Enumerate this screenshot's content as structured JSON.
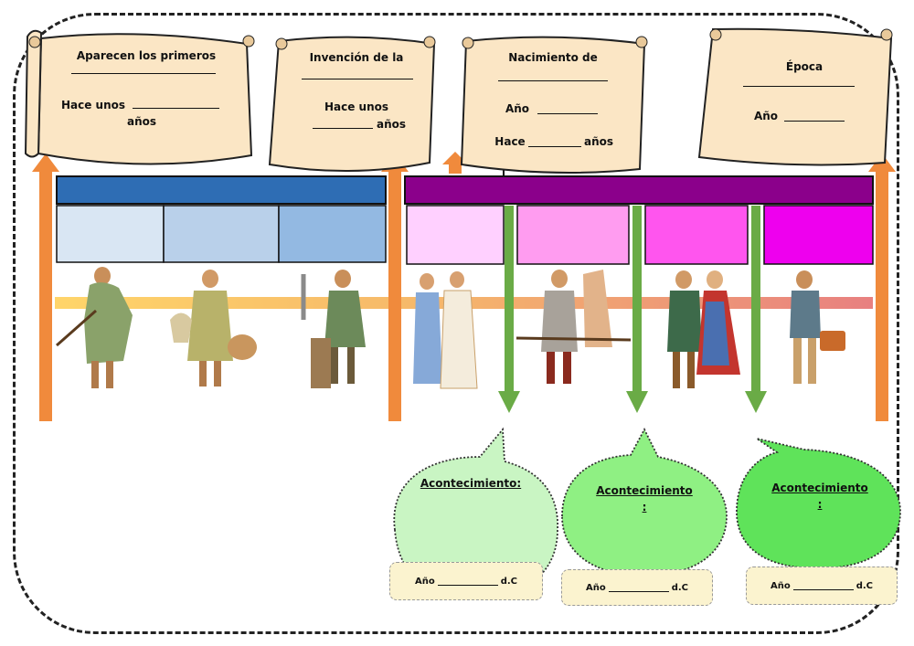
{
  "scrolls": [
    {
      "title": "Aparecen los primeros",
      "line1": "Hace unos",
      "line2": "años"
    },
    {
      "title": "Invención de la",
      "line1": "Hace unos",
      "line2": "años"
    },
    {
      "title": "Nacimiento de",
      "line1": "Año",
      "line2": "Hace",
      "line3": "años"
    },
    {
      "title": "Época",
      "line1": "Año"
    }
  ],
  "bubbles": [
    {
      "label": "Acontecimiento:",
      "year_prefix": "Año",
      "year_suffix": "d.C"
    },
    {
      "label": "Acontecimiento",
      "label2": ":",
      "year_prefix": "Año",
      "year_suffix": "d.C"
    },
    {
      "label": "Acontecimiento",
      "label2": ":",
      "year_prefix": "Año",
      "year_suffix": "d.C"
    }
  ],
  "colors": {
    "prehistory_bar": "#2e6db4",
    "history_bar": "#8b008b",
    "prehistory_cells": [
      "#d9e6f3",
      "#b9d0ea",
      "#93b9e2"
    ],
    "history_cells": [
      "#ffd0ff",
      "#ff9cf0",
      "#ff55ee",
      "#ee00ee"
    ],
    "orange_arrow": "#f08a3c",
    "green_arrow": "#6aab46",
    "bubble_fills": [
      "#c9f5c3",
      "#8ff083",
      "#5fe35a"
    ],
    "scroll_fill": "#fbe6c5"
  },
  "figures": [
    "figure-prehistoric-hunter",
    "figure-neolithic-potter",
    "figure-metal-age-smith",
    "figure-roman-couple",
    "figure-medieval-soldier",
    "figure-modern-couple",
    "figure-contemporary-man"
  ]
}
